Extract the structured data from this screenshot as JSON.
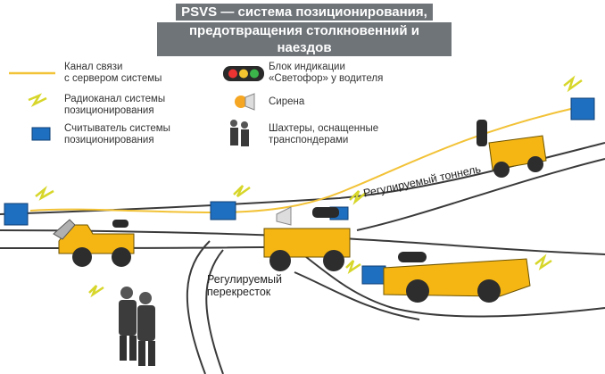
{
  "title": {
    "line1": "PSVS — система позиционирования,",
    "line2": "предотвращения столкновенний и наездов"
  },
  "legend": {
    "channel": "Канал связи\nс сервером системы",
    "radio": "Радиоканал системы\nпозиционирования",
    "reader": "Считыватель системы\nпозиционирования",
    "indicator": "Блок индикации\n«Светофор» у водителя",
    "siren": "Сирена",
    "miners": "Шахтеры, оснащенные\nтранспондерами"
  },
  "labels": {
    "tunnel": "Регулируемый тоннель",
    "crossing": "Регулируемый\nперекресток"
  },
  "colors": {
    "channel_line": "#f2c237",
    "vehicle_yellow": "#f5b614",
    "reader_blue": "#1f6fc0",
    "road_line": "#3a3a3a",
    "title_bg": "#6f7479"
  }
}
